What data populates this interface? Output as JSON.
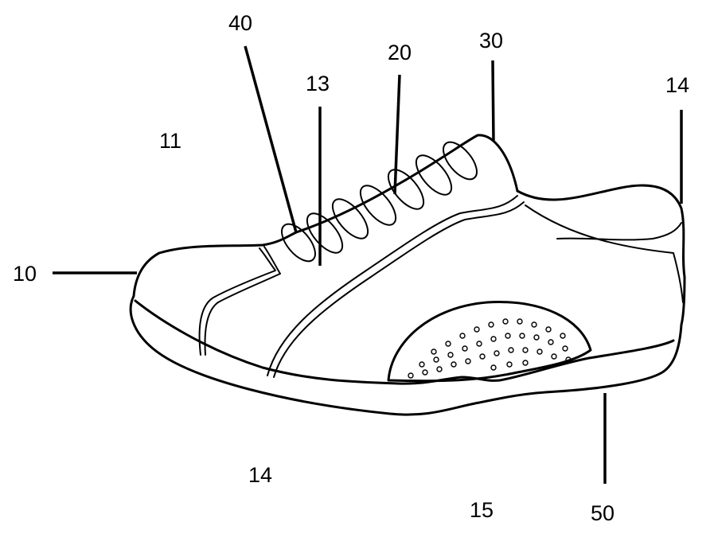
{
  "figure": {
    "labels": [
      {
        "id": "lbl-10",
        "text": "10"
      },
      {
        "id": "lbl-11",
        "text": "11"
      },
      {
        "id": "lbl-40",
        "text": "40"
      },
      {
        "id": "lbl-13",
        "text": "13"
      },
      {
        "id": "lbl-20",
        "text": "20"
      },
      {
        "id": "lbl-30",
        "text": "30"
      },
      {
        "id": "lbl-14-heel",
        "text": "14"
      },
      {
        "id": "lbl-14-side",
        "text": "14"
      },
      {
        "id": "lbl-15",
        "text": "15"
      },
      {
        "id": "lbl-50",
        "text": "50"
      }
    ],
    "colors": {
      "line": "#000000",
      "background": "#ffffff"
    }
  }
}
